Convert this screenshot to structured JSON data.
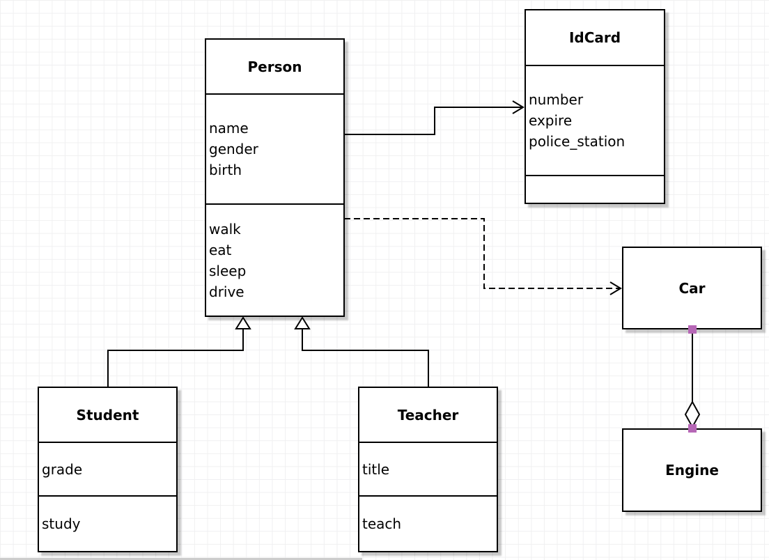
{
  "diagram": {
    "classes": {
      "person": {
        "title": "Person",
        "attributes": [
          "name",
          "gender",
          "birth"
        ],
        "methods": [
          "walk",
          "eat",
          "sleep",
          "drive"
        ]
      },
      "idcard": {
        "title": "IdCard",
        "attributes": [
          "number",
          "expire",
          "police_station"
        ],
        "methods": []
      },
      "car": {
        "title": "Car",
        "attributes": [],
        "methods": []
      },
      "engine": {
        "title": "Engine",
        "attributes": [],
        "methods": []
      },
      "student": {
        "title": "Student",
        "attributes": [
          "grade"
        ],
        "methods": [
          "study"
        ]
      },
      "teacher": {
        "title": "Teacher",
        "attributes": [
          "title"
        ],
        "methods": [
          "teach"
        ]
      }
    },
    "relationships": [
      {
        "from": "Person",
        "to": "IdCard",
        "type": "association",
        "line_style": "solid",
        "marker": "open-arrow"
      },
      {
        "from": "Person",
        "to": "Car",
        "type": "dependency",
        "line_style": "dashed",
        "marker": "open-arrow"
      },
      {
        "from": "Student",
        "to": "Person",
        "type": "generalization",
        "line_style": "solid",
        "marker": "hollow-triangle"
      },
      {
        "from": "Teacher",
        "to": "Person",
        "type": "generalization",
        "line_style": "solid",
        "marker": "hollow-triangle"
      },
      {
        "from": "Car",
        "to": "Engine",
        "type": "aggregation",
        "line_style": "solid",
        "marker": "hollow-diamond"
      }
    ],
    "colors": {
      "stroke": "#000000",
      "shape_fill": "#ffffff",
      "grid_line": "#f0f0f1",
      "endpoint_marker": "#b667b6",
      "shadow": "rgba(0,0,0,0.22)"
    }
  }
}
